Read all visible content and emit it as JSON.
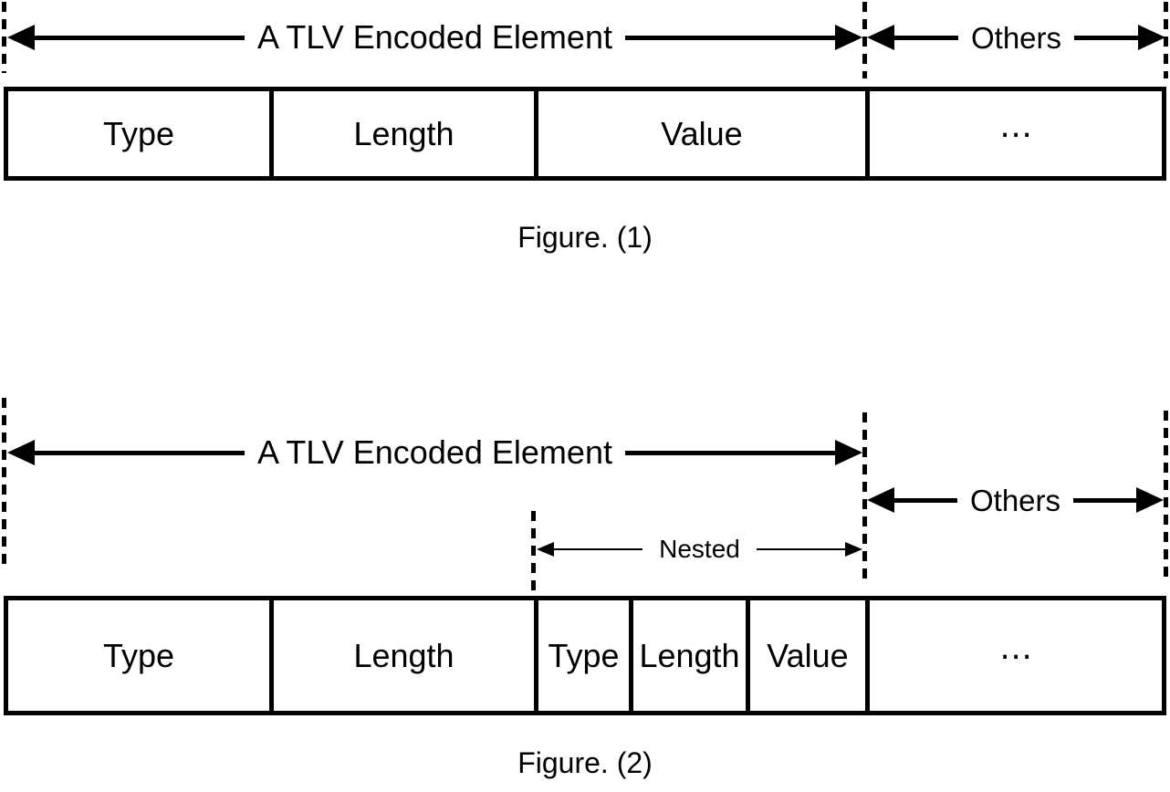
{
  "colors": {
    "ink": "#000000",
    "background": "#ffffff"
  },
  "figure1": {
    "span_label": "A TLV Encoded Element",
    "others_label": "Others",
    "cells": [
      {
        "label": "Type"
      },
      {
        "label": "Length"
      },
      {
        "label": "Value"
      },
      {
        "label": "⋯"
      }
    ],
    "caption": "Figure. (1)"
  },
  "figure2": {
    "span_label": "A TLV Encoded Element",
    "others_label": "Others",
    "nested_label": "Nested",
    "cells": [
      {
        "label": "Type"
      },
      {
        "label": "Length"
      },
      {
        "label": "Type"
      },
      {
        "label": "Length"
      },
      {
        "label": "Value"
      },
      {
        "label": "⋯"
      }
    ],
    "caption": "Figure. (2)"
  }
}
